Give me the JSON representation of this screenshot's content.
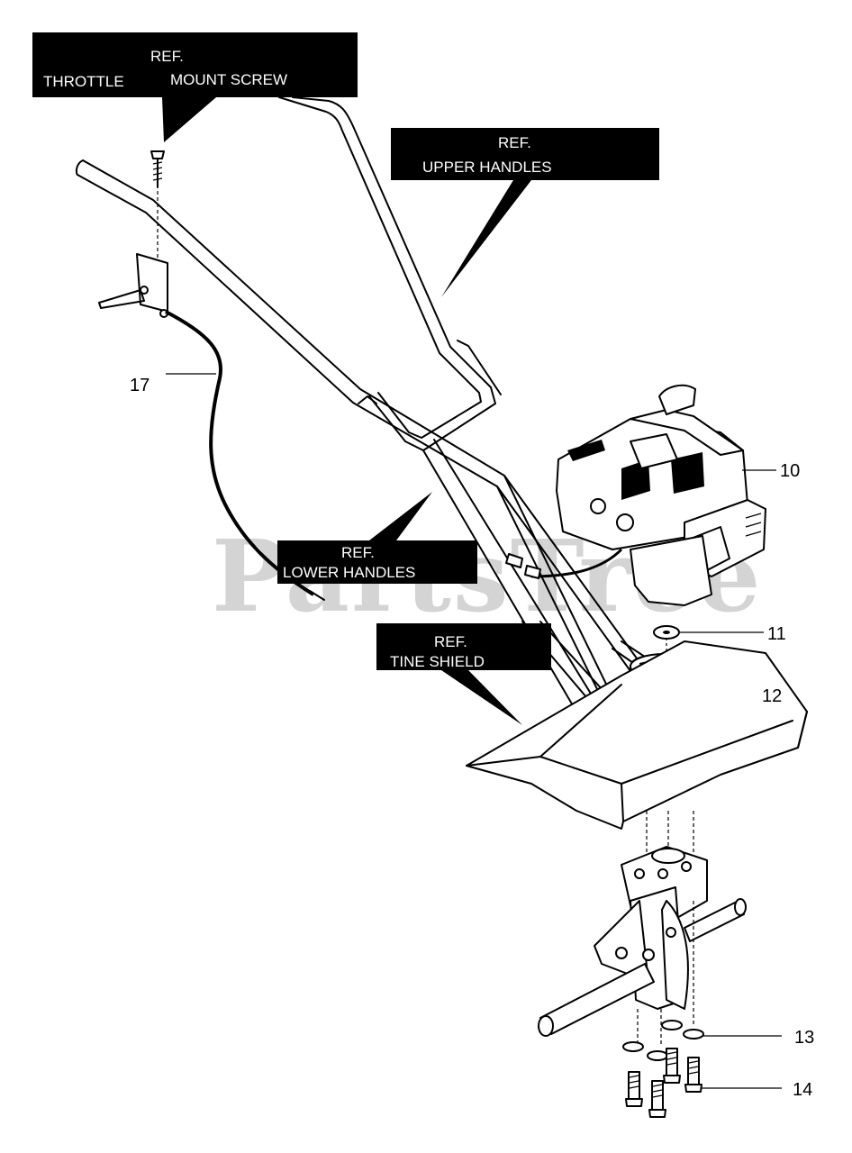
{
  "watermark": "PartsTree",
  "callouts": {
    "throttle_ref": "REF.",
    "throttle": "THROTTLE",
    "mount_screw": "MOUNT SCREW",
    "upper_ref": "REF.",
    "upper_handles": "UPPER HANDLES",
    "lower_ref": "REF.",
    "lower_handles": "LOWER HANDLES",
    "tine_ref": "REF.",
    "tine_shield": "TINE SHIELD"
  },
  "part_numbers": {
    "p17": "17",
    "p10": "10",
    "p11": "11",
    "p12": "12",
    "p13": "13",
    "p14": "14"
  }
}
